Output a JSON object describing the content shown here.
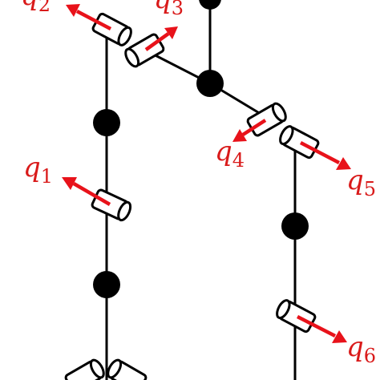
{
  "colors": {
    "arrow": "#e8121a",
    "label": "#d91a1a",
    "structure": "#000000",
    "joint_fill": "#ffffff"
  },
  "labels": {
    "q1": {
      "symbol": "q",
      "sub": "1"
    },
    "q2": {
      "symbol": "q",
      "sub": "2"
    },
    "q3": {
      "symbol": "q",
      "sub": "3"
    },
    "q4": {
      "symbol": "q",
      "sub": "4"
    },
    "q5": {
      "symbol": "q",
      "sub": "5"
    },
    "q6": {
      "symbol": "q",
      "sub": "6"
    }
  }
}
